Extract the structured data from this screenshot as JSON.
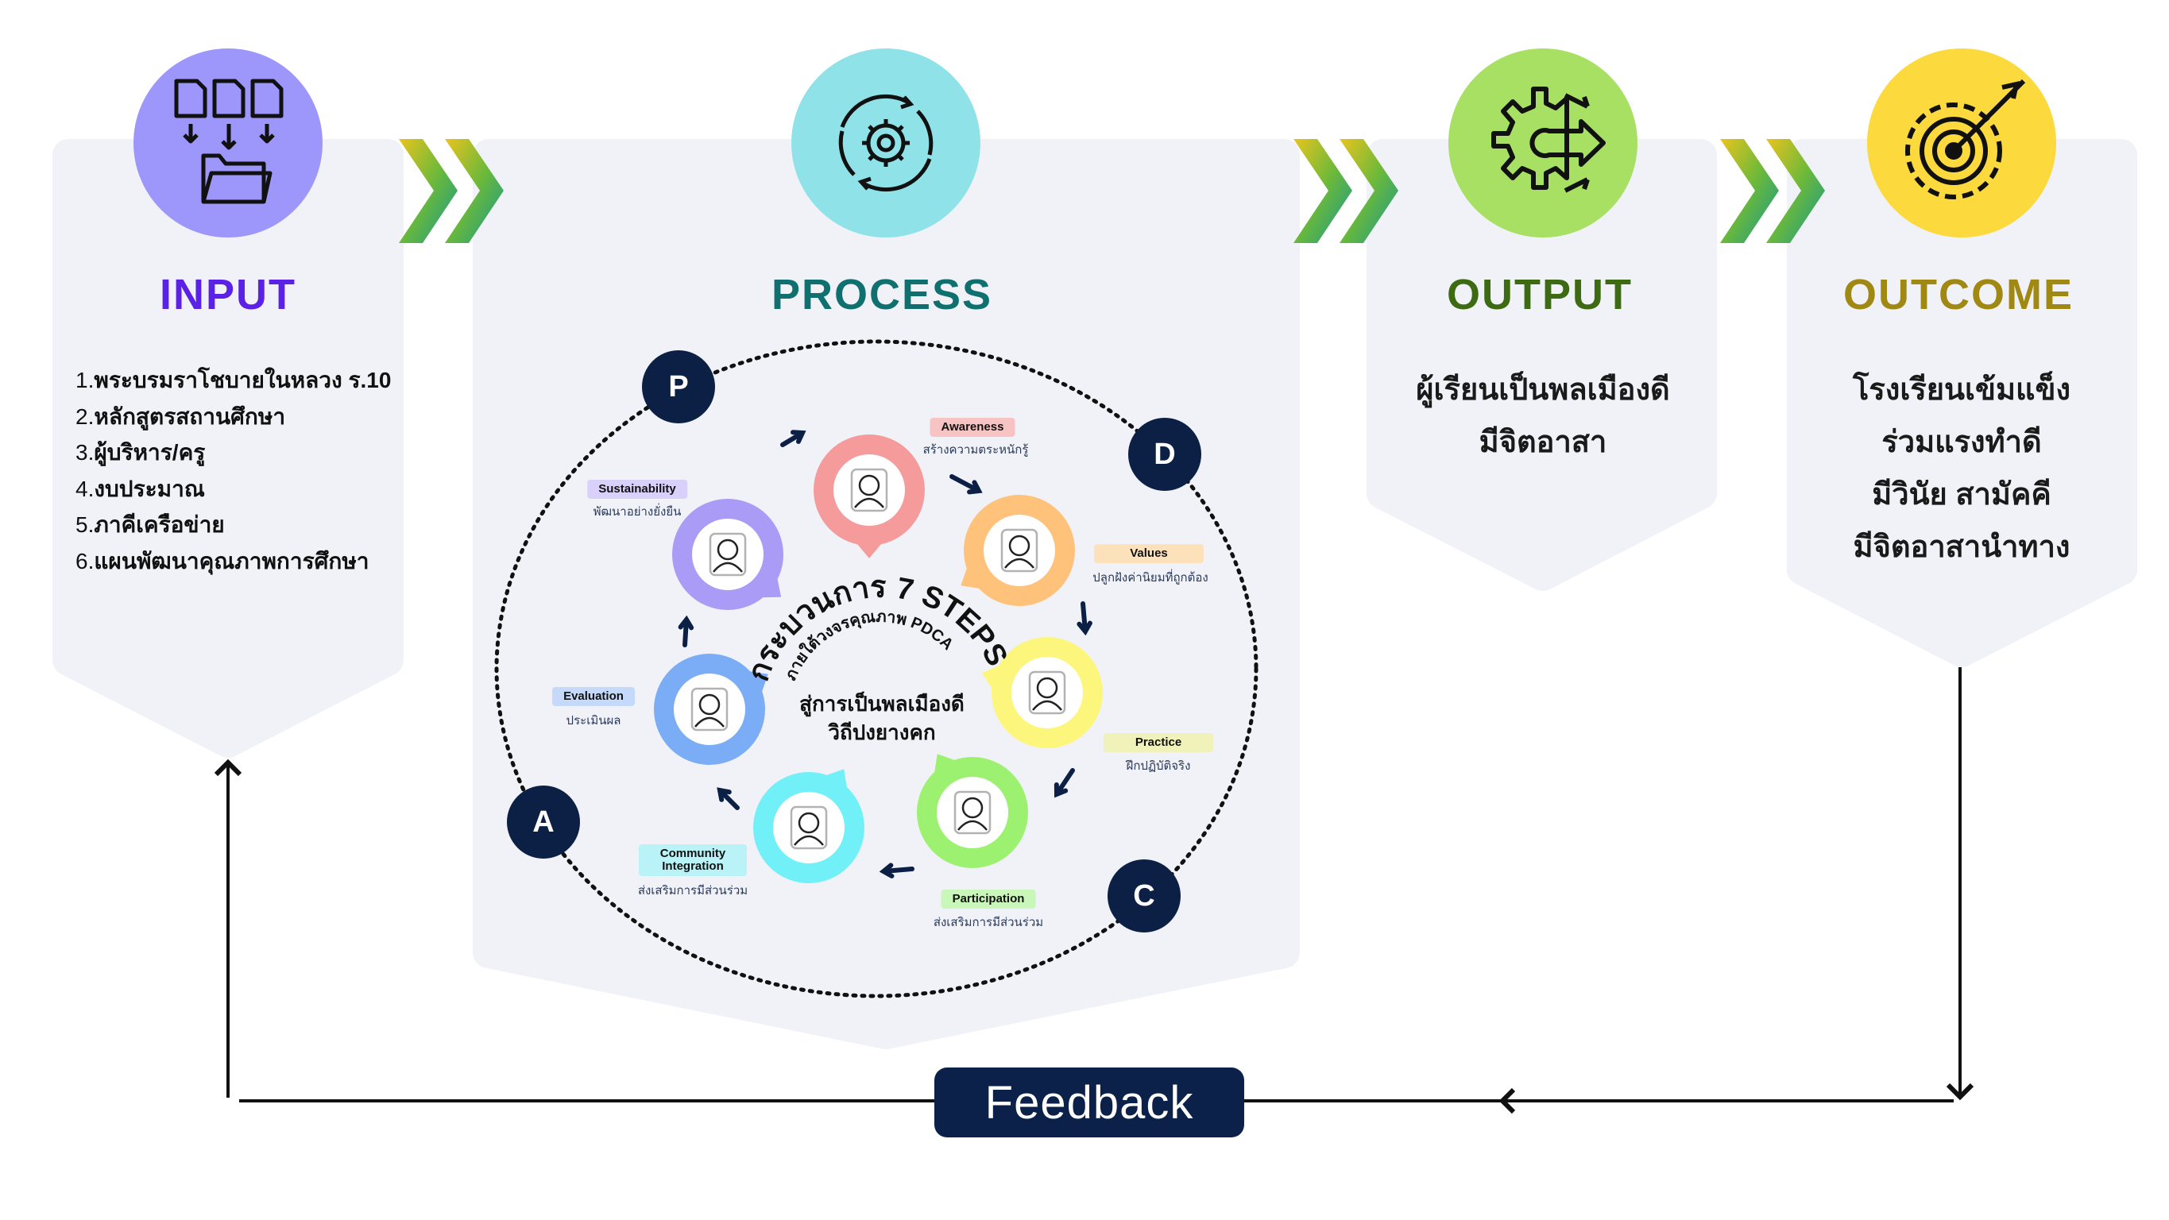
{
  "colors": {
    "panel_bg": "#f1f2f8",
    "navy": "#0b2149",
    "input_accent": "#5b21e6",
    "process_accent": "#10706f",
    "output_accent": "#3d6b12",
    "outcome_accent": "#a08912",
    "input_circle": "#9d97fb",
    "process_circle": "#8fe2e8",
    "output_circle": "#a8e063",
    "outcome_circle": "#fcd93d"
  },
  "input": {
    "title": "INPUT",
    "icon": "documents-into-folder-icon",
    "items": [
      {
        "num": "1.",
        "text": "พระบรมราโชบายในหลวง ร.10"
      },
      {
        "num": "2.",
        "text": "หลักสูตรสถานศึกษา"
      },
      {
        "num": "3.",
        "text": "ผู้บริหาร/ครู"
      },
      {
        "num": "4.",
        "text": "งบประมาณ"
      },
      {
        "num": "5.",
        "text": "ภาคีเครือข่าย"
      },
      {
        "num": "6.",
        "text": "แผนพัฒนาคุณภาพการศึกษา"
      }
    ]
  },
  "process": {
    "title": "PROCESS",
    "icon": "gear-cycle-icon",
    "arc_title": "กระบวนการ 7 STEPS",
    "arc_subtitle": "ภายใต้วงจรคุณภาพ PDCA",
    "center_line1": "สู่การเป็นพลเมืองดี",
    "center_line2": "วิถีปงยางคก",
    "pdca": [
      "P",
      "D",
      "C",
      "A"
    ],
    "steps": [
      {
        "label": "Awareness",
        "sub": "สร้างความตระหนักรู้",
        "icon": "brain-head-icon",
        "ring": "#f59b9b",
        "tag": "#f7c3c3"
      },
      {
        "label": "Values",
        "sub": "ปลูกฝังค่านิยมที่ถูกต้อง",
        "icon": "diamond-hands-icon",
        "ring": "#ffc27a",
        "tag": "#fde1bb"
      },
      {
        "label": "Practice",
        "sub": "ฝึกปฏิบัติจริง",
        "icon": "gear-hand-icon",
        "ring": "#fdf67c",
        "tag": "#f1f1ba"
      },
      {
        "label": "Participation",
        "sub": "ส่งเสริมการมีส่วนร่วม",
        "icon": "group-people-icon",
        "ring": "#9cf270",
        "tag": "#c9f6b9"
      },
      {
        "label": "Community Integration",
        "sub": "ส่งเสริมการมีส่วนร่วม",
        "icon": "handshake-community-icon",
        "ring": "#72f0f8",
        "tag": "#b9f3f7"
      },
      {
        "label": "Evaluation",
        "sub": "ประเมินผล",
        "icon": "clipboard-chart-icon",
        "ring": "#7badf7",
        "tag": "#c5d9fa"
      },
      {
        "label": "Sustainability",
        "sub": "พัฒนาอย่างยั่งยืน",
        "icon": "growth-cycle-icon",
        "ring": "#aa9bf7",
        "tag": "#d9d0fb"
      }
    ]
  },
  "output": {
    "title": "OUTPUT",
    "icon": "gear-arrow-icon",
    "lines": [
      "ผู้เรียนเป็นพลเมืองดี",
      "มีจิตอาสา"
    ]
  },
  "outcome": {
    "title": "OUTCOME",
    "icon": "target-gear-icon",
    "lines": [
      "โรงเรียนเข้มแข็ง",
      "ร่วมแรงทำดี",
      "มีวินัย สามัคคี",
      "มีจิตอาสานำทาง"
    ]
  },
  "feedback": {
    "label": "Feedback"
  }
}
